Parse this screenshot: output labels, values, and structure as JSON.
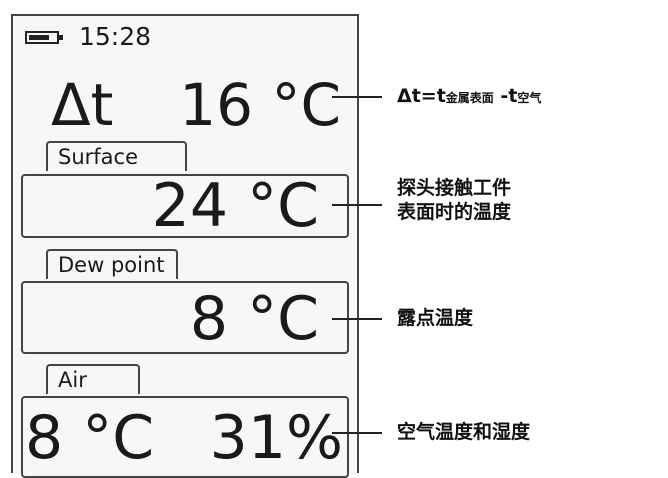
{
  "status": {
    "time": "15:28"
  },
  "delta": {
    "symbol": "Δt",
    "value": "16 °C"
  },
  "surface": {
    "label": "Surface",
    "value": "24 °C"
  },
  "dew_point": {
    "label": "Dew point",
    "value": "8 °C"
  },
  "air": {
    "label": "Air",
    "temperature": "8 °C",
    "humidity": "31%"
  },
  "annotations": {
    "delta_prefix": "Δt=t",
    "delta_sub1": "金属表面",
    "delta_minus": " -t",
    "delta_sub2": "空气",
    "surface_line1": "探头接触工件",
    "surface_line2": "表面时的温度",
    "dew_point": "露点温度",
    "air": "空气温度和湿度"
  }
}
